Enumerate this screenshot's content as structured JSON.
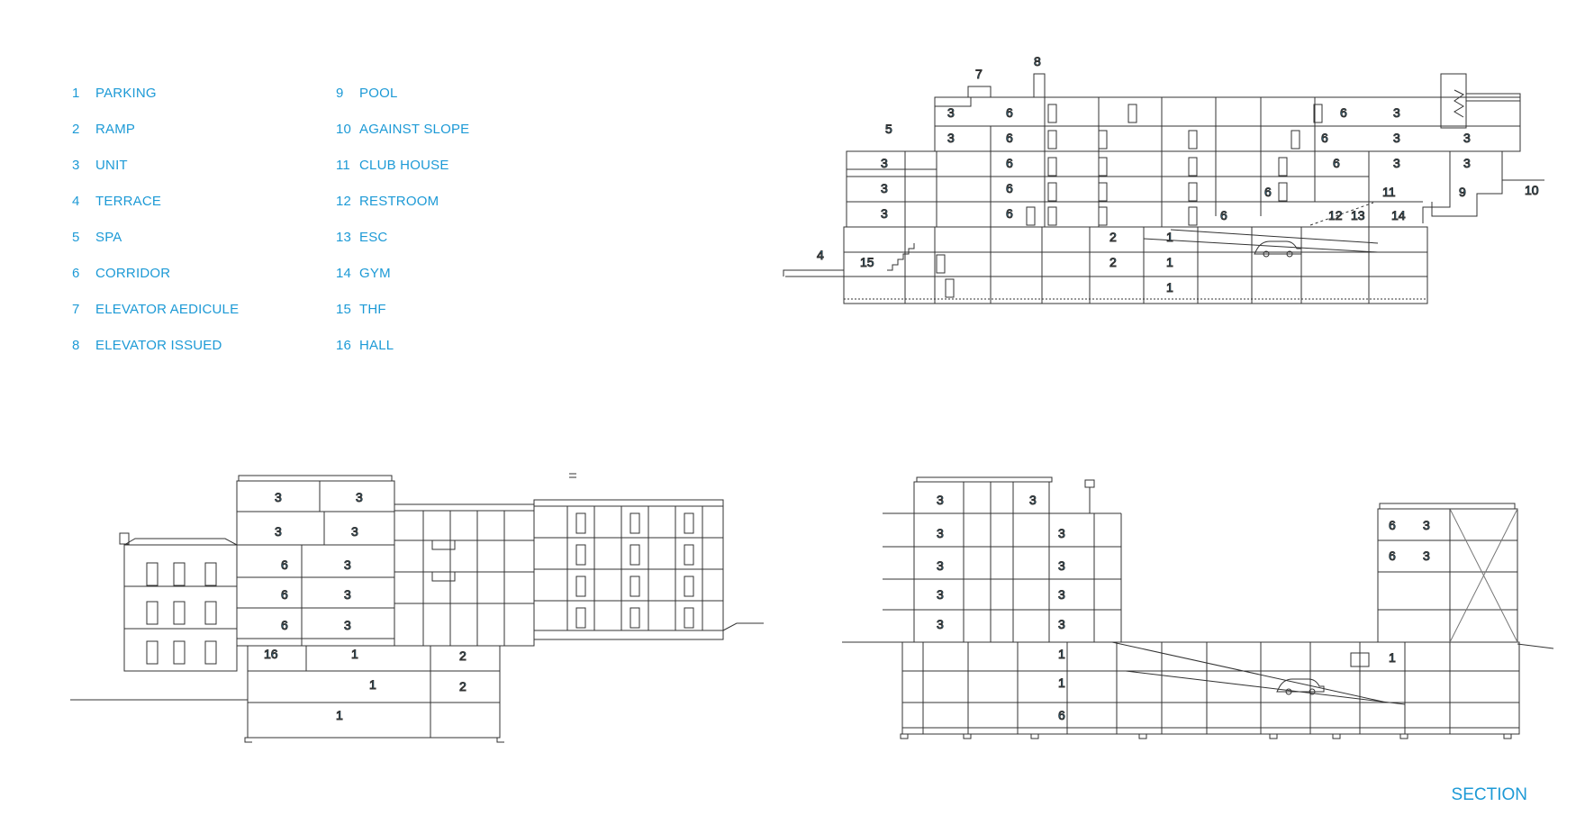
{
  "legend": [
    {
      "num": "1",
      "label": "PARKING"
    },
    {
      "num": "2",
      "label": "RAMP"
    },
    {
      "num": "3",
      "label": "UNIT"
    },
    {
      "num": "4",
      "label": "TERRACE"
    },
    {
      "num": "5",
      "label": "SPA"
    },
    {
      "num": "6",
      "label": "CORRIDOR"
    },
    {
      "num": "7",
      "label": "ELEVATOR AEDICULE"
    },
    {
      "num": "8",
      "label": "ELEVATOR ISSUED"
    },
    {
      "num": "9",
      "label": "POOL"
    },
    {
      "num": "10",
      "label": "AGAINST SLOPE"
    },
    {
      "num": "11",
      "label": "CLUB HOUSE"
    },
    {
      "num": "12",
      "label": "RESTROOM"
    },
    {
      "num": "13",
      "label": "ESC"
    },
    {
      "num": "14",
      "label": "GYM"
    },
    {
      "num": "15",
      "label": "THF"
    },
    {
      "num": "16",
      "label": "HALL"
    }
  ],
  "caption": "SECTION",
  "colors": {
    "accent": "#1d9ad6",
    "line": "#333333"
  },
  "sections": {
    "top_right": [
      "7",
      "8",
      "5",
      "3",
      "6",
      "6",
      "3",
      "3",
      "6",
      "6",
      "3",
      "3",
      "3",
      "6",
      "6",
      "3",
      "3",
      "3",
      "6",
      "6",
      "11",
      "9",
      "10",
      "3",
      "6",
      "6",
      "12",
      "13",
      "14",
      "4",
      "2",
      "1",
      "15",
      "2",
      "1",
      "1"
    ],
    "bottom_left": [
      "3",
      "3",
      "3",
      "3",
      "6",
      "3",
      "6",
      "3",
      "6",
      "3",
      "16",
      "1",
      "2",
      "1",
      "2",
      "1"
    ],
    "bottom_right": [
      "3",
      "3",
      "3",
      "3",
      "3",
      "3",
      "3",
      "3",
      "3",
      "3",
      "6",
      "3",
      "6",
      "3",
      "1",
      "1",
      "1",
      "6"
    ]
  }
}
